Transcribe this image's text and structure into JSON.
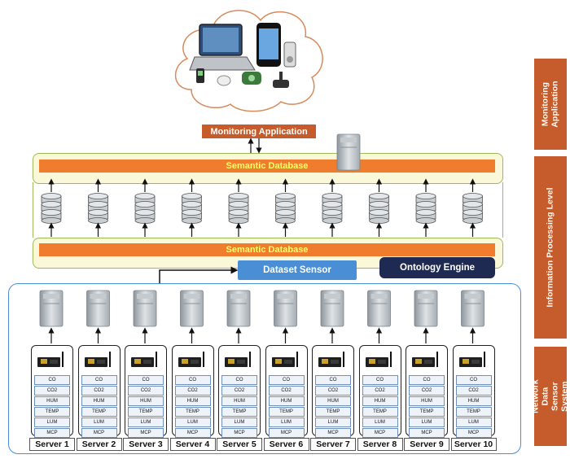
{
  "monitoring_app_label": "Monitoring Application",
  "semantic_db_top": "Semantic Database",
  "semantic_db_bottom": "Semantic Database",
  "dataset_sensor": "Dataset Sensor",
  "ontology_engine": "Ontology Engine",
  "side_labels": {
    "monitoring": "Monitoring Application",
    "information": "Information Processing Level",
    "network": "Network Data Sensor System"
  },
  "sensors": [
    "CO",
    "CO2",
    "HUM",
    "TEMP",
    "LUM",
    "MCP"
  ],
  "servers": [
    "Server 1",
    "Server 2",
    "Server 3",
    "Server 4",
    "Server 5",
    "Server 6",
    "Server 7",
    "Server 8",
    "Server 9",
    "Server 10"
  ],
  "colors": {
    "orange": "#f07d2e",
    "rust": "#c65c2b",
    "blue": "#4a8fd6",
    "navy": "#1f2a52",
    "panel": "#fbf7d9",
    "panel_border": "#9bbb59"
  }
}
